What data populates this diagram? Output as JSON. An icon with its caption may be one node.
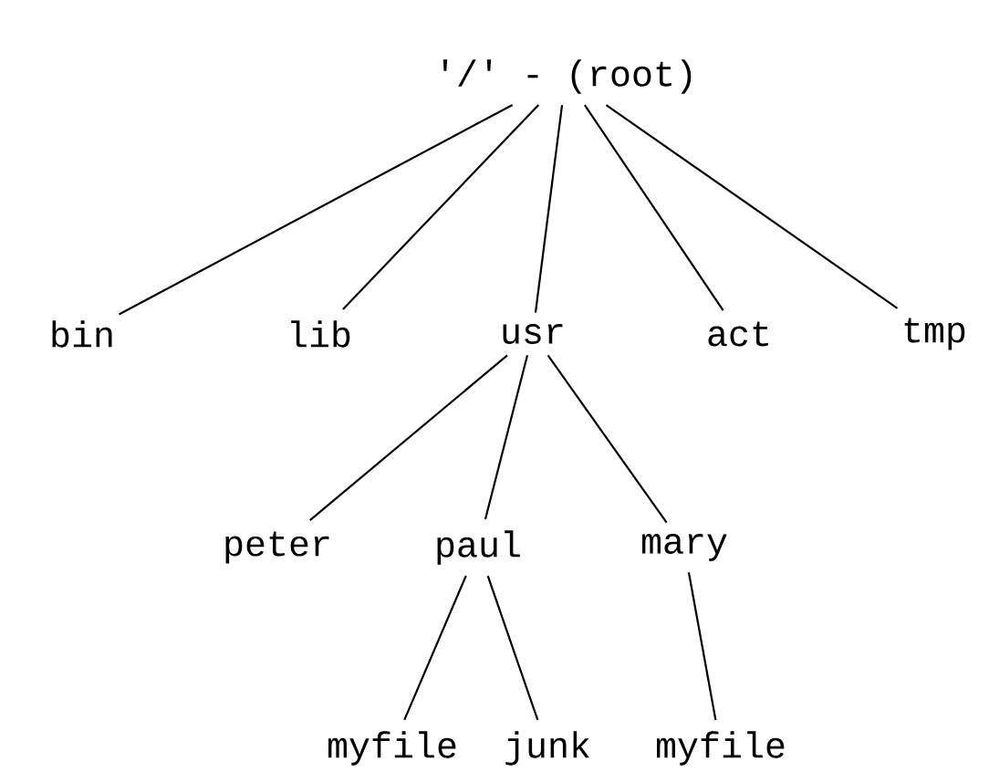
{
  "diagram": {
    "nodes": [
      {
        "text": [
          "'/' - (root)"
        ]
      },
      {
        "text": [
          "bin"
        ]
      },
      {
        "text": [
          "lib"
        ]
      },
      {
        "text": [
          "usr"
        ]
      },
      {
        "text": [
          "act"
        ]
      },
      {
        "text": [
          "tmp"
        ]
      },
      {
        "text": [
          "peter"
        ]
      },
      {
        "text": [
          "paul"
        ]
      },
      {
        "text": [
          "mary"
        ]
      },
      {
        "text": [
          "myfile"
        ]
      },
      {
        "text": [
          "junk"
        ]
      },
      {
        "text": [
          "myfile"
        ]
      }
    ],
    "edges": [
      {
        "from": 0,
        "to": 1,
        "arrow": "none"
      },
      {
        "from": 0,
        "to": 2,
        "arrow": "none"
      },
      {
        "from": 0,
        "to": 3,
        "arrow": "none"
      },
      {
        "from": 0,
        "to": 4,
        "arrow": "none"
      },
      {
        "from": 0,
        "to": 5,
        "arrow": "none"
      },
      {
        "from": 3,
        "to": 6,
        "arrow": "none"
      },
      {
        "from": 3,
        "to": 7,
        "arrow": "none"
      },
      {
        "from": 3,
        "to": 8,
        "arrow": "none"
      },
      {
        "from": 7,
        "to": 9,
        "arrow": "none"
      },
      {
        "from": 7,
        "to": 10,
        "arrow": "none"
      },
      {
        "from": 8,
        "to": 11,
        "arrow": "none"
      }
    ]
  }
}
